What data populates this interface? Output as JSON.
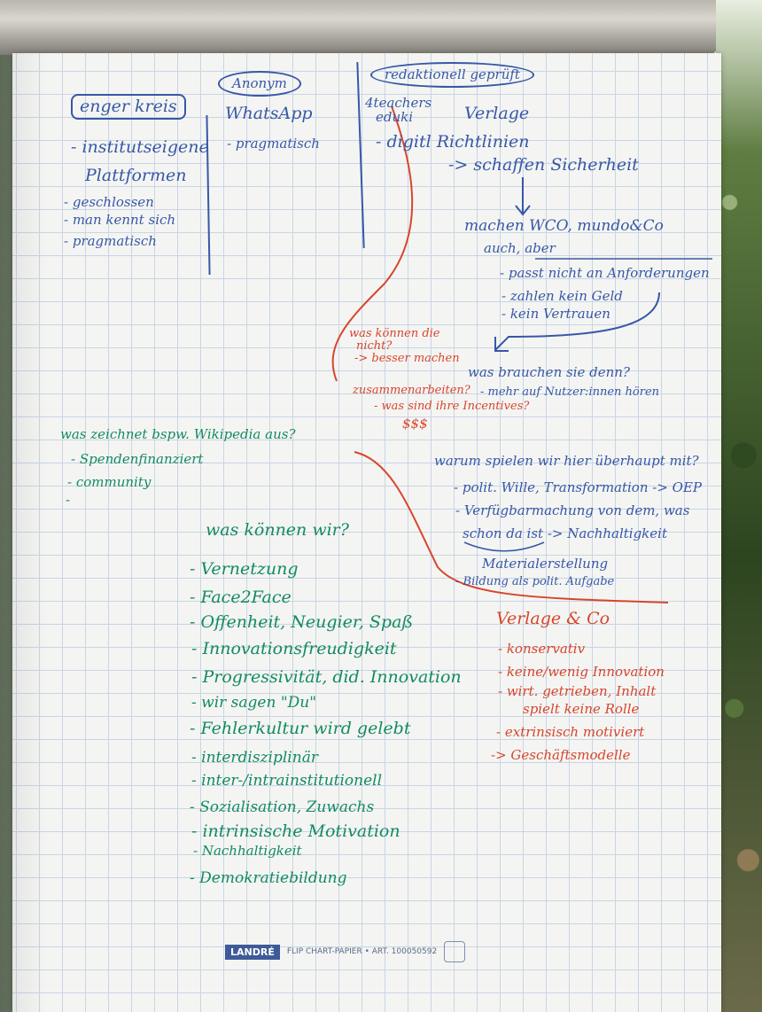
{
  "blue": {
    "enger_kreis": {
      "title": "enger kreis",
      "items": [
        "- institutseigene",
        "Plattformen",
        "- geschlossen",
        "- man kennt sich",
        "- pragmatisch"
      ]
    },
    "anonym": {
      "tag": "Anonym",
      "title": "WhatsApp",
      "items": [
        "- pragmatisch"
      ]
    },
    "redaktionell": {
      "tag": "redaktionell geprüft",
      "lines": [
        "4teachers",
        "eduki",
        "Verlage",
        "- digitl Richtlinien",
        "-> schaffen Sicherheit",
        "machen WCO, mundo&Co",
        "auch, aber",
        "- passt nicht an Anforderungen",
        "- zahlen kein Geld",
        "- kein Vertrauen",
        "was brauchen sie denn?",
        "- mehr auf Nutzer:innen hören"
      ]
    },
    "spielen": {
      "lines": [
        "warum spielen wir hier überhaupt mit?",
        "- polit. Wille, Transformation -> OEP",
        "- Verfügbarmachung von dem, was",
        "schon da ist -> Nachhaltigkeit",
        "Materialerstellung",
        "- Bildung als polit. Aufgabe"
      ]
    }
  },
  "red": {
    "left_notes": [
      "was können die",
      "nicht?",
      "-> besser machen",
      "zusammenarbeiten?",
      "- was sind ihre Incentives?",
      "$$$"
    ],
    "verlage": {
      "title": "Verlage & Co",
      "items": [
        "- konservativ",
        "- keine/wenig Innovation",
        "- wirt. getrieben, Inhalt",
        "spielt keine Rolle",
        "- extrinsisch motiviert",
        "-> Geschäftsmodelle"
      ]
    }
  },
  "green": {
    "wikipedia": {
      "title": "was zeichnet bspw. Wikipedia aus?",
      "items": [
        "- Spendenfinanziert",
        "- community",
        "-"
      ]
    },
    "koennen": {
      "title": "was können wir?",
      "items": [
        "- Vernetzung",
        "- Face2Face",
        "- Offenheit, Neugier, Spaß",
        "- Innovationsfreudigkeit",
        "- Progressivität, did. Innovation",
        "- wir sagen \"Du\"",
        "- Fehlerkultur wird gelebt",
        "- interdisziplinär",
        "- inter-/intrainstitutionell",
        "- Sozialisation, Zuwachs",
        "- intrinsische Motivation",
        "- Nachhaltigkeit",
        "- Demokratiebildung"
      ]
    }
  },
  "footer": {
    "brand": "LANDRÉ",
    "text": "FLIP CHART-PAPIER • ART. 100050592"
  }
}
